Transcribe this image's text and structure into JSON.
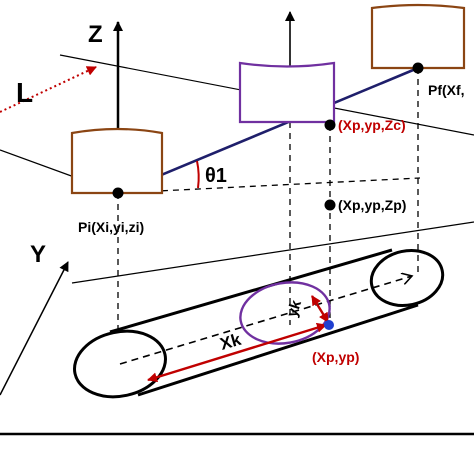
{
  "labels": {
    "axis_z": "Z",
    "axis_y": "Y",
    "direction_l": "L",
    "angle": "θ1",
    "initial_point": "Pi(Xi,yi,zi)",
    "final_point": "Pf(Xf,",
    "camera_point": "(Xp,yp,Zc)",
    "projected_point": "(Xp,yp,Zp)",
    "ground_point": "(Xp,yp)",
    "distance_xk": "Xk",
    "distance_yk": "yk"
  },
  "colors": {
    "camera_box": "#8B4513",
    "middle_box": "#7030A0",
    "path_line": "#1F1F6B",
    "angle_arc": "#C00000",
    "red_label": "#C00000",
    "red_arrow": "#C00000",
    "ground_dot": "#1F3FD0",
    "black": "#000000"
  }
}
